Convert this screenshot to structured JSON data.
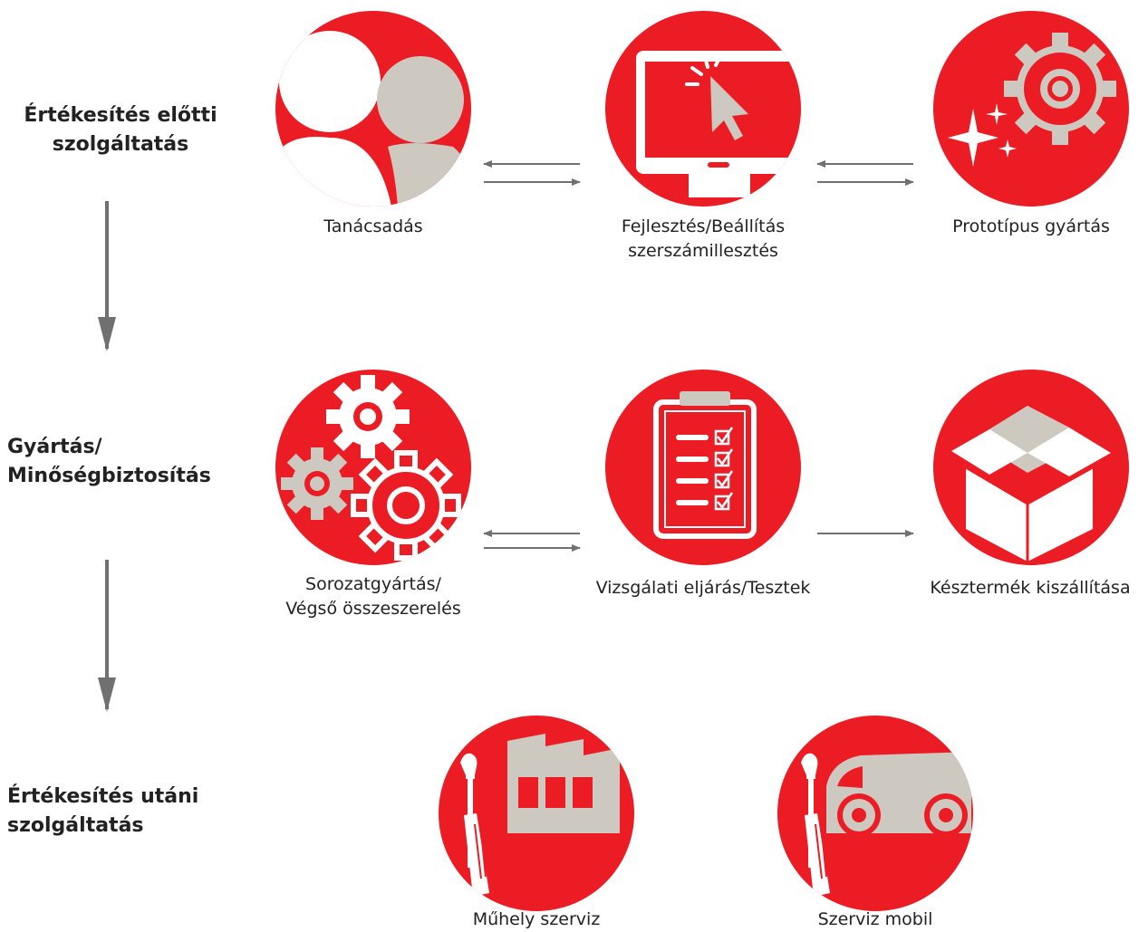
{
  "colors": {
    "accent": "#ec1c24",
    "neutral": "#cdc8c0",
    "arrow": "#707070"
  },
  "stages": [
    {
      "label_line1": "Értékesítés előtti",
      "label_line2": "szolgáltatás"
    },
    {
      "label_line1": "Gyártás/",
      "label_line2": "Minőségbiztosítás"
    },
    {
      "label_line1": "Értékesítés utáni",
      "label_line2": "szolgáltatás"
    }
  ],
  "nodes": {
    "consulting": {
      "icon": "people-icon",
      "label_line1": "Tanácsadás"
    },
    "development": {
      "icon": "monitor-cursor-icon",
      "label_line1": "Fejlesztés/Beállítás",
      "label_line2": "szerszámillesztés"
    },
    "prototype": {
      "icon": "gear-sparkle-icon",
      "label_line1": "Prototípus gyártás"
    },
    "series": {
      "icon": "gears-icon",
      "label_line1": "Sorozatgyártás/",
      "label_line2": "Végső összeszerelés"
    },
    "testing": {
      "icon": "clipboard-checklist-icon",
      "label_line1": "Vizsgálati eljárás/Tesztek"
    },
    "delivery": {
      "icon": "open-box-icon",
      "label_line1": "Késztermék kiszállítása"
    },
    "workshop": {
      "icon": "factory-screwdriver-icon",
      "label_line1": "Műhely szerviz"
    },
    "mobile": {
      "icon": "van-screwdriver-icon",
      "label_line1": "Szerviz mobil"
    }
  }
}
